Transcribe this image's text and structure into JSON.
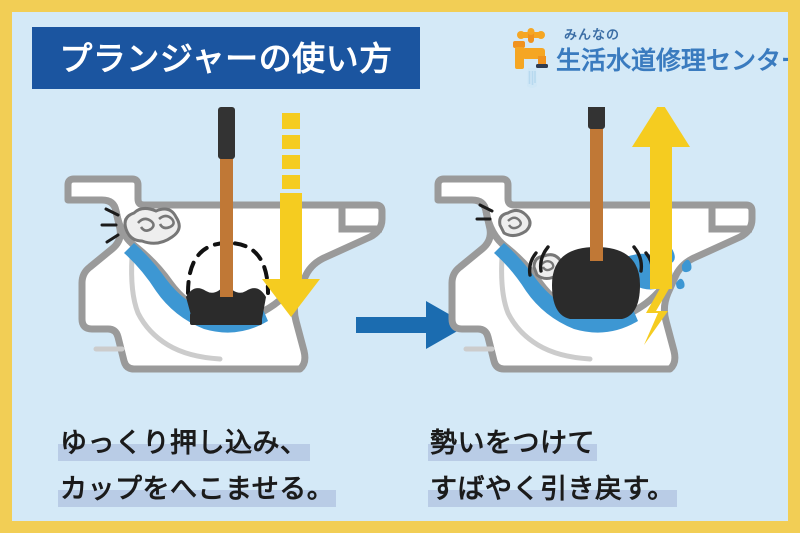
{
  "theme": {
    "border_color": "#f2ce55",
    "background_color": "#d4e9f7",
    "title_bg": "#1b55a0",
    "title_text_color": "#ffffff",
    "logo_text_color": "#3a7bbf",
    "logo_icon_color": "#f5a623",
    "arrow_blue": "#1b6cb0",
    "arrow_yellow": "#f5cc20",
    "highlight_color": "#b9cce6",
    "water_color": "#3d97d3",
    "toilet_outline": "#9a9a9a",
    "plunger_cup_color": "#2b2b2b",
    "plunger_handle_color": "#c07836",
    "plunger_grip_color": "#333333"
  },
  "header": {
    "title": "プランジャーの使い方",
    "logo": {
      "sub_text": "みんなの",
      "main_text": "生活水道修理センター",
      "icon": "faucet-icon"
    }
  },
  "steps": [
    {
      "id": "step-push",
      "caption_lines": [
        "ゆっくり押し込み、",
        "カップをへこませる。"
      ],
      "illustration": {
        "name": "toilet-cross-section-plunger-pressed",
        "arrow_direction": "down",
        "arrow_color": "#f5cc20",
        "plunger_state": "cup-compressed",
        "clog_pieces": 1,
        "dashed_outline": "original-cup-shape",
        "splash": false
      }
    },
    {
      "id": "step-pull",
      "caption_lines": [
        "勢いをつけて",
        "すばやく引き戻す。"
      ],
      "illustration": {
        "name": "toilet-cross-section-plunger-pulled",
        "arrow_direction": "up",
        "arrow_color": "#f5cc20",
        "plunger_state": "cup-expanded",
        "clog_pieces": 3,
        "dashed_outline": "none",
        "splash": true
      }
    }
  ],
  "center_arrow": {
    "name": "step-progress-arrow",
    "direction": "right",
    "color": "#1b6cb0"
  }
}
